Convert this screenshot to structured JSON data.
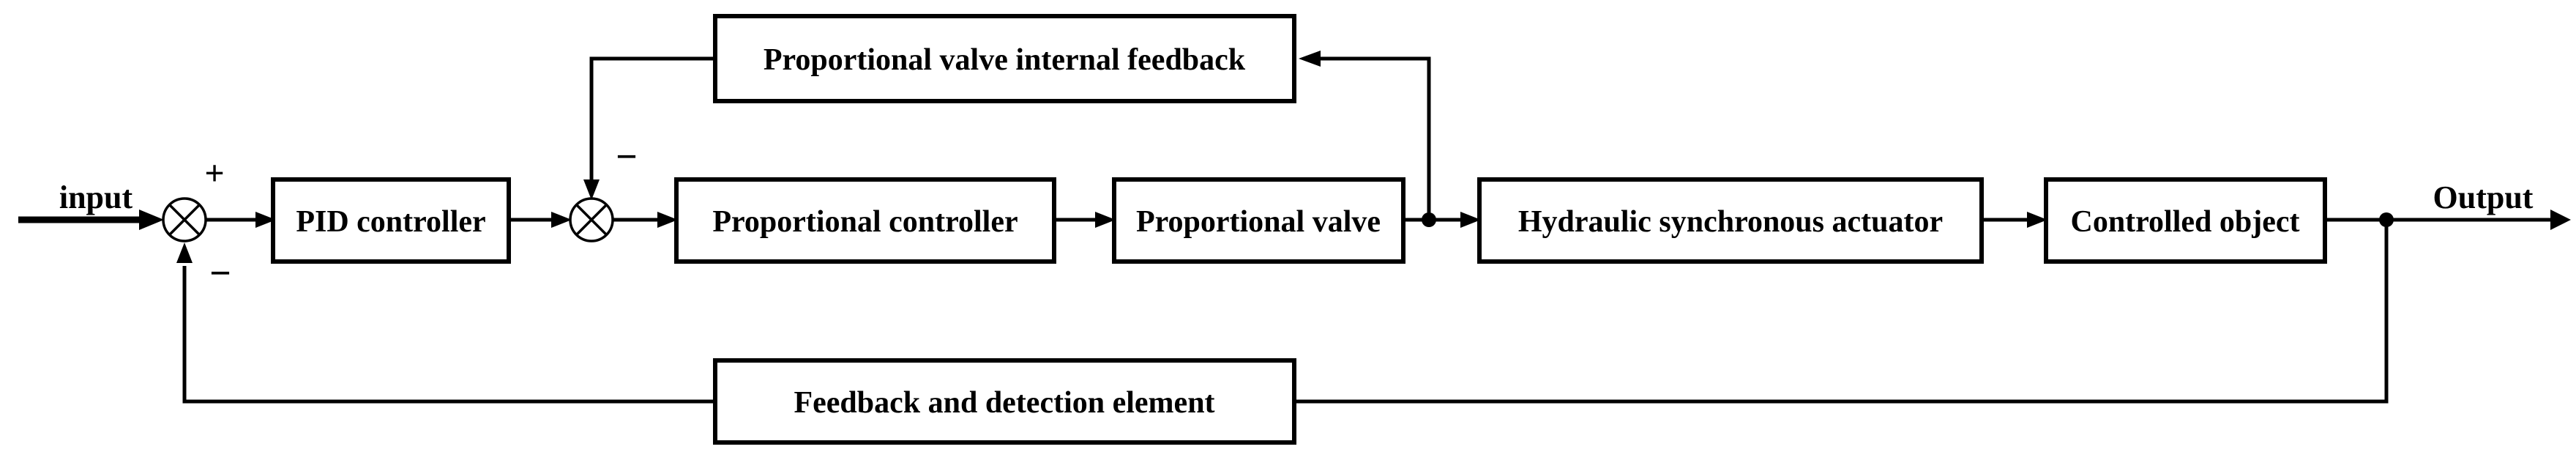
{
  "diagram": {
    "type": "control-system-block-diagram",
    "colors": {
      "line": "#000000",
      "background": "#ffffff"
    },
    "labels": {
      "input": "input",
      "output": "Output",
      "plus": "+",
      "minus_outer_feedback": "−",
      "minus_valve_feedback": "−"
    },
    "blocks": {
      "pid_controller": "PID controller",
      "proportional_controller": "Proportional controller",
      "proportional_valve": "Proportional valve",
      "hydraulic_actuator": "Hydraulic synchronous actuator",
      "controlled_object": "Controlled object",
      "valve_internal_feedback": "Proportional valve internal feedback",
      "feedback_detection": "Feedback and detection element"
    },
    "summing_junctions": [
      {
        "id": "sum_input",
        "symbol": "circle-cross",
        "signs": [
          "+",
          "−"
        ]
      },
      {
        "id": "sum_valve",
        "symbol": "circle-cross",
        "signs": [
          "−"
        ]
      }
    ],
    "connections": [
      {
        "from": "input",
        "to": "sum_input",
        "sign": "+"
      },
      {
        "from": "sum_input",
        "to": "pid_controller"
      },
      {
        "from": "pid_controller",
        "to": "sum_valve"
      },
      {
        "from": "sum_valve",
        "to": "proportional_controller"
      },
      {
        "from": "proportional_controller",
        "to": "proportional_valve"
      },
      {
        "from": "proportional_valve",
        "to": "hydraulic_actuator"
      },
      {
        "from": "hydraulic_actuator",
        "to": "controlled_object"
      },
      {
        "from": "controlled_object",
        "to": "output"
      },
      {
        "from": "proportional_valve",
        "to": "valve_internal_feedback"
      },
      {
        "from": "valve_internal_feedback",
        "to": "sum_valve",
        "sign": "−"
      },
      {
        "from": "output",
        "to": "feedback_detection"
      },
      {
        "from": "feedback_detection",
        "to": "sum_input",
        "sign": "−"
      }
    ]
  }
}
